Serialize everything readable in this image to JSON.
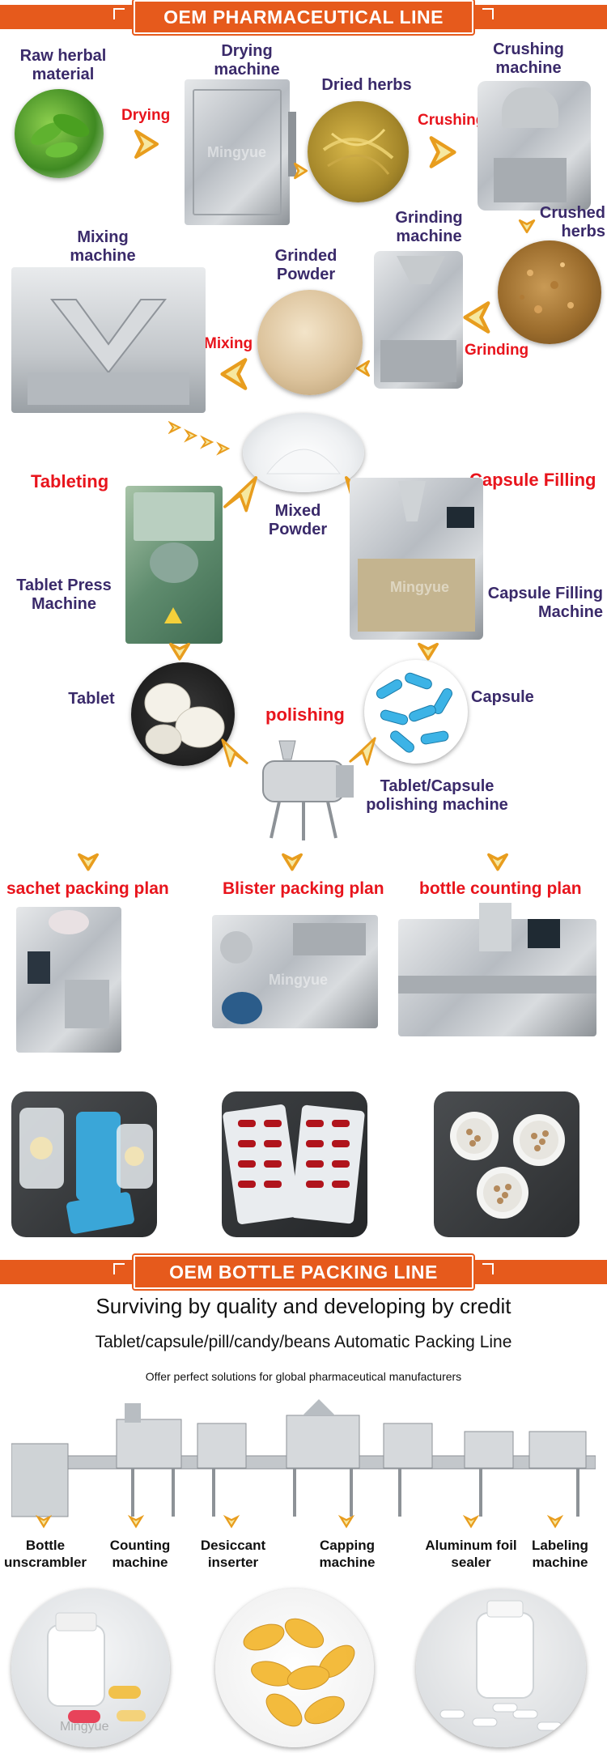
{
  "banners": {
    "top": "OEM PHARMACEUTICAL LINE",
    "bottle": "OEM BOTTLE PACKING LINE"
  },
  "flow": {
    "raw_herbal": "Raw herbal material",
    "drying_machine": "Drying machine",
    "dried_herbs": "Dried herbs",
    "crushing_machine": "Crushing machine",
    "crushed_herbs": "Crushed herbs",
    "grinding_machine": "Grinding machine",
    "grinded_powder": "Grinded Powder",
    "mixing_machine": "Mixing machine",
    "mixed_powder": "Mixed Powder",
    "tablet_press_machine": "Tablet Press Machine",
    "tablet": "Tablet",
    "capsule_filling_machine": "Capsule Filling Machine",
    "capsule": "Capsule",
    "polishing_machine": "Tablet/Capsule polishing machine"
  },
  "steps": {
    "drying": "Drying",
    "crushing": "Crushing",
    "grinding": "Grinding",
    "mixing": "Mixing",
    "tableting": "Tableting",
    "capsule_filling": "Capsule  Filling",
    "polishing": "polishing"
  },
  "plans": {
    "sachet": "sachet packing plan",
    "blister": "Blister packing plan",
    "bottle": "bottle counting plan"
  },
  "watermark": "Mingyue",
  "bottle_line": {
    "slogan": "Surviving by quality and developing by credit",
    "subtitle": "Tablet/capsule/pill/candy/beans Automatic Packing Line",
    "tagline": "Offer perfect solutions for global pharmaceutical manufacturers",
    "machines": [
      "Bottle unscrambler",
      "Counting machine",
      "Desiccant inserter",
      "Capping machine",
      "Aluminum foil sealer",
      "Labeling machine"
    ]
  },
  "colors": {
    "accent": "#e65a1c",
    "label_dark": "#3a2a6a",
    "label_red": "#e8141c"
  }
}
